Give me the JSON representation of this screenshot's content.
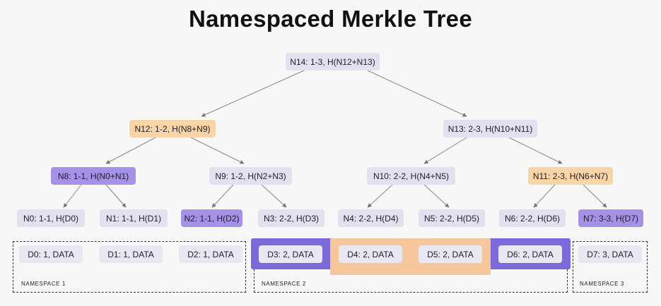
{
  "title": "Namespaced Merkle Tree",
  "nodes": {
    "n14": "N14: 1-3, H(N12+N13)",
    "n12": "N12: 1-2, H(N8+N9)",
    "n13": "N13: 2-3, H(N10+N11)",
    "n8": "N8: 1-1, H(N0+N1)",
    "n9": "N9: 1-2, H(N2+N3)",
    "n10": "N10: 2-2, H(N4+N5)",
    "n11": "N11: 2-3, H(N6+N7)",
    "n0": "N0: 1-1, H(D0)",
    "n1": "N1: 1-1, H(D1)",
    "n2": "N2: 1-1, H(D2)",
    "n3": "N3: 2-2, H(D3)",
    "n4": "N4: 2-2, H(D4)",
    "n5": "N5: 2-2, H(D5)",
    "n6": "N6: 2-2, H(D6)",
    "n7": "N7: 3-3, H(D7)"
  },
  "data_leaves": {
    "d0": "D0: 1, DATA",
    "d1": "D1: 1, DATA",
    "d2": "D2: 1, DATA",
    "d3": "D3: 2, DATA",
    "d4": "D4: 2, DATA",
    "d5": "D5: 2, DATA",
    "d6": "D6: 2, DATA",
    "d7": "D7: 3, DATA"
  },
  "namespaces": {
    "ns1": "NAMESPACE 1",
    "ns2": "NAMESPACE 2",
    "ns3": "NAMESPACE 3"
  },
  "colors": {
    "neutral_node": "#e3e0ef",
    "purple_node": "#a591e6",
    "orange_node": "#f9d4a6",
    "purple_highlight": "#7d69d9",
    "orange_highlight": "#f5c79a"
  }
}
